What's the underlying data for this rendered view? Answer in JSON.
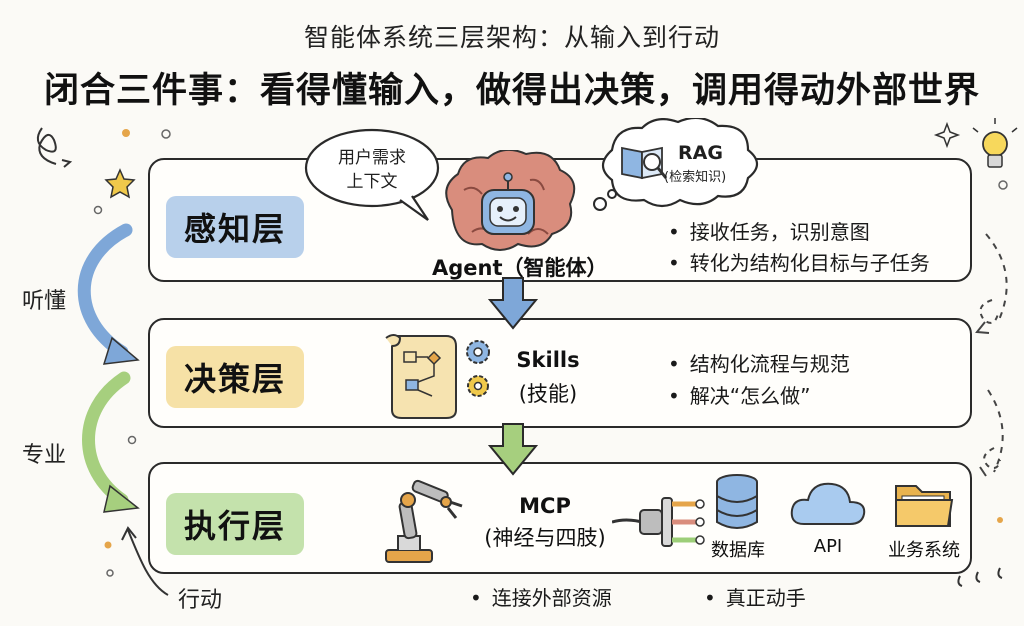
{
  "header": {
    "subtitle": "智能体系统三层架构：从输入到行动",
    "title": "闭合三件事：看得懂输入，做得出决策，调用得动外部世界"
  },
  "side_labels": {
    "understand": "听懂",
    "professional": "专业",
    "action": "行动"
  },
  "perception": {
    "label": "感知层",
    "bubble_user": "用户需求\n上下文",
    "bubble_rag_title": "RAG",
    "bubble_rag_sub": "(检索知识)",
    "agent_label": "Agent（智能体）",
    "bullets": [
      "接收任务，识别意图",
      "转化为结构化目标与子任务"
    ]
  },
  "decision": {
    "label": "决策层",
    "skills_title": "Skills",
    "skills_sub": "(技能)",
    "bullets": [
      "结构化流程与规范",
      "解决“怎么做”"
    ]
  },
  "execution": {
    "label": "执行层",
    "mcp_title": "MCP",
    "mcp_sub": "(神经与四肢)",
    "targets": [
      "数据库",
      "API",
      "业务系统"
    ],
    "bullets": [
      "连接外部资源",
      "真正动手"
    ]
  },
  "colors": {
    "perception_highlight": "#7eaade",
    "decision_highlight": "#f0cd6e",
    "execution_highlight": "#9cce78",
    "arrow_blue": "#7ea7d8",
    "arrow_green": "#a6cf7e"
  },
  "icons": [
    "brain-robot-icon",
    "book-magnifier-icon",
    "scroll-icon",
    "gear-icon",
    "robot-arm-icon",
    "plug-cable-icon",
    "database-icon",
    "cloud-icon",
    "folder-icon",
    "lightbulb-icon",
    "star-icon"
  ]
}
